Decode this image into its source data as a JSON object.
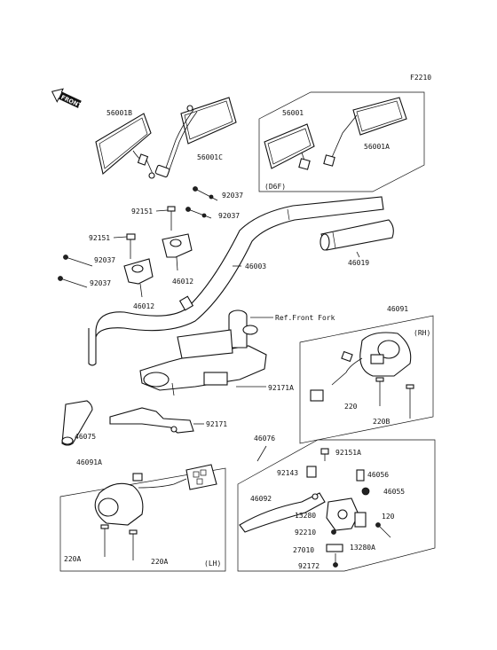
{
  "diagram": {
    "code": "F2210",
    "front_label": "FRONT",
    "callouts": {
      "mirror_left": "56001B",
      "mirror_left_stem": "56001C",
      "mirror_alt": "56001",
      "mirror_alt_stem": "56001A",
      "variant_tag": "(D6F)",
      "bolt_upper_right": "92037",
      "bolt_upper_right_2": "92037",
      "bolt_92151_upper": "92151",
      "bolt_92151_left": "92151",
      "bolt_92037_left": "92037",
      "bolt_92037_left_2": "92037",
      "holder_right": "46012",
      "holder_left": "46012",
      "handlebar": "46003",
      "grip_right": "46019",
      "ref_front_fork": "Ref.Front Fork",
      "switch_rh": "46091",
      "rh_tag": "(RH)",
      "screw_220": "220",
      "screw_220b": "220B",
      "clamp_92171a": "92171A",
      "clamp_92171": "92171",
      "grip_left": "46075",
      "lever_assy": "46076",
      "bolt_92151a": "92151A",
      "bolt_92143": "92143",
      "collar_46056": "46056",
      "nut_46055": "46055",
      "lever_46092": "46092",
      "holder_13280": "13280",
      "screw_120": "120",
      "spring_92210": "92210",
      "holder_13280a": "13280A",
      "clamp_27010": "27010",
      "screw_92172": "92172",
      "switch_lh": "46091A",
      "screw_220a_left": "220A",
      "screw_220a_right": "220A",
      "lh_tag": "(LH)"
    }
  }
}
